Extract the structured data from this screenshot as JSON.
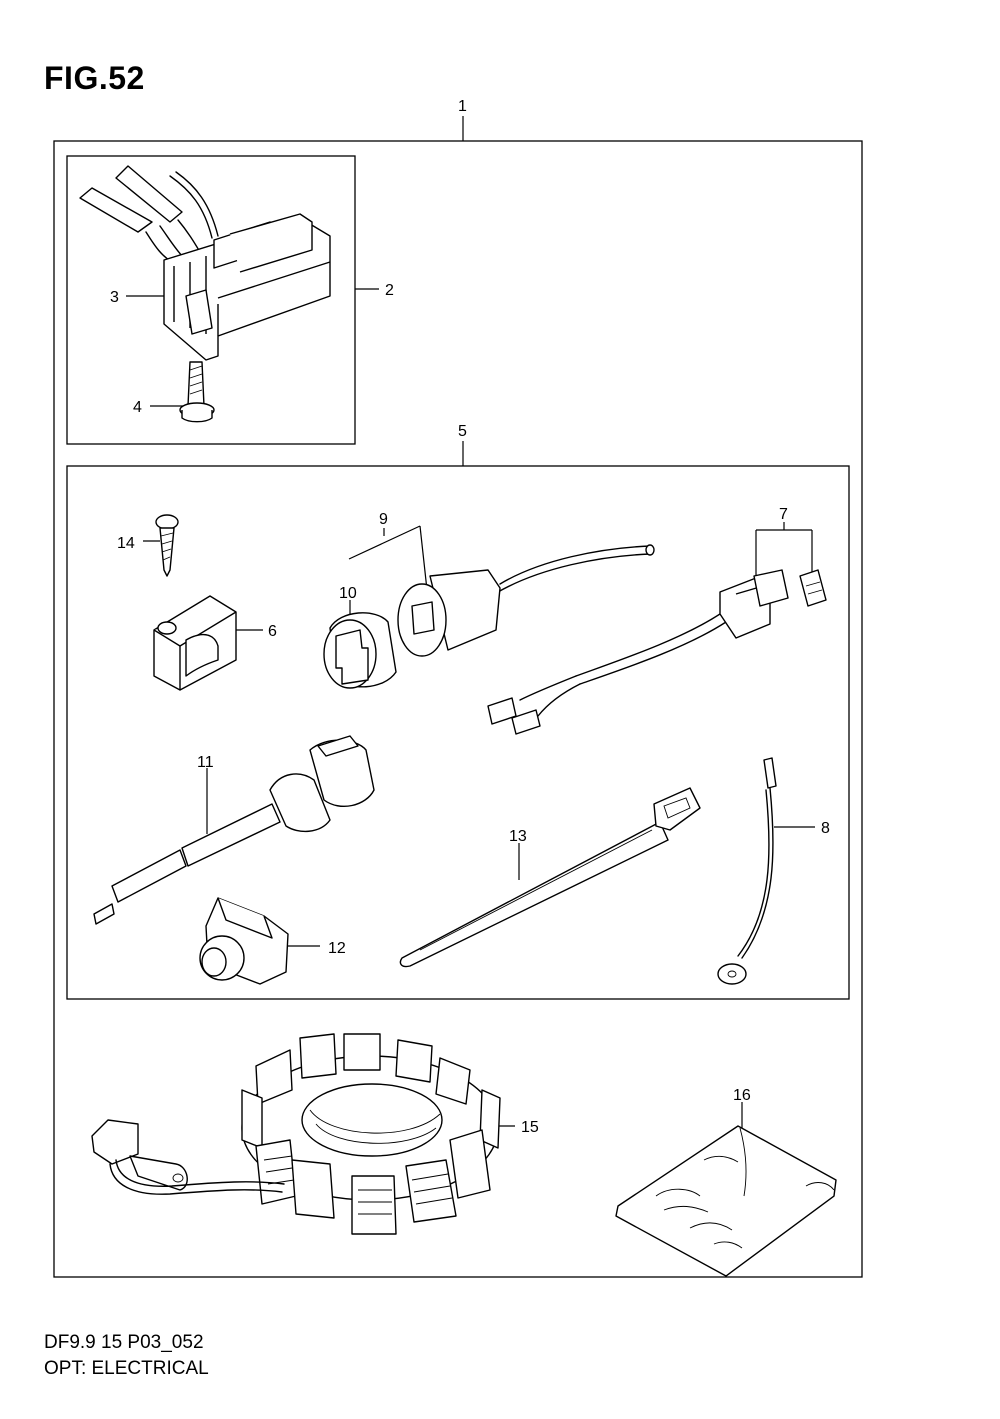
{
  "figure": {
    "title": "FIG.52"
  },
  "footer": {
    "model_line": "DF9.9 15 P03_052",
    "group_line": "OPT: ELECTRICAL"
  },
  "callouts": {
    "c1": "1",
    "c2": "2",
    "c3": "3",
    "c4": "4",
    "c5": "5",
    "c6": "6",
    "c7": "7",
    "c8": "8",
    "c9": "9",
    "c10": "10",
    "c11": "11",
    "c12": "12",
    "c13": "13",
    "c14": "14",
    "c15": "15",
    "c16": "16"
  }
}
